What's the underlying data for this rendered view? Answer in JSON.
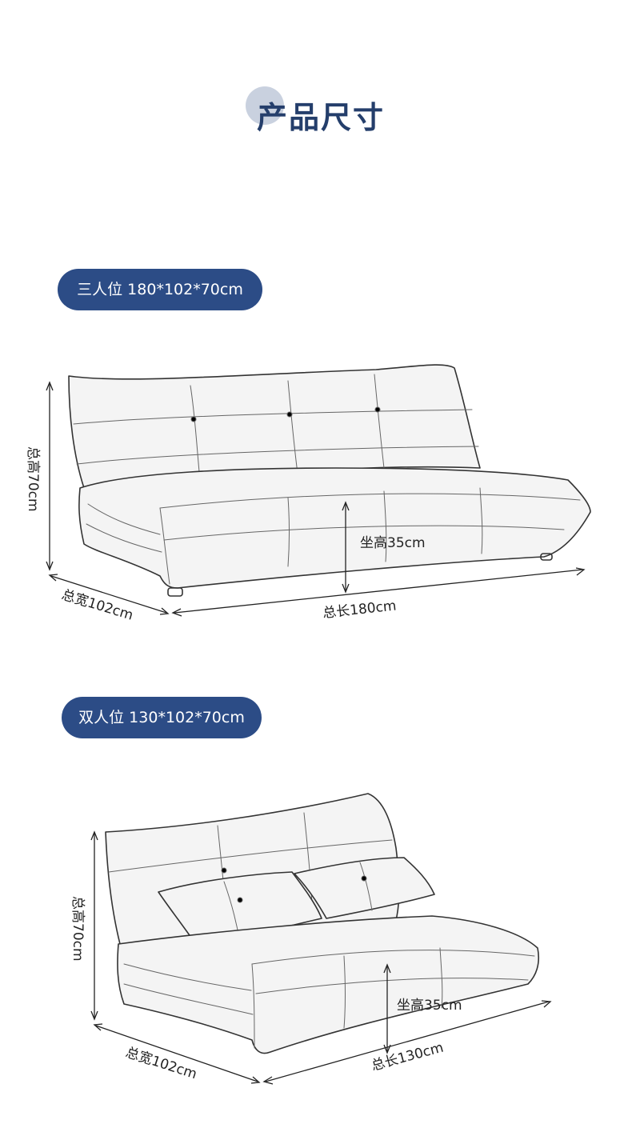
{
  "page": {
    "title": "产品尺寸"
  },
  "sections": [
    {
      "badge": "三人位 180*102*70cm",
      "dims": {
        "height": "总高70cm",
        "seat": "坐高35cm",
        "depth": "总宽102cm",
        "length": "总长180cm"
      }
    },
    {
      "badge": "双人位 130*102*70cm",
      "dims": {
        "height": "总高70cm",
        "seat": "坐高35cm",
        "depth": "总宽102cm",
        "length": "总长130cm"
      }
    }
  ]
}
